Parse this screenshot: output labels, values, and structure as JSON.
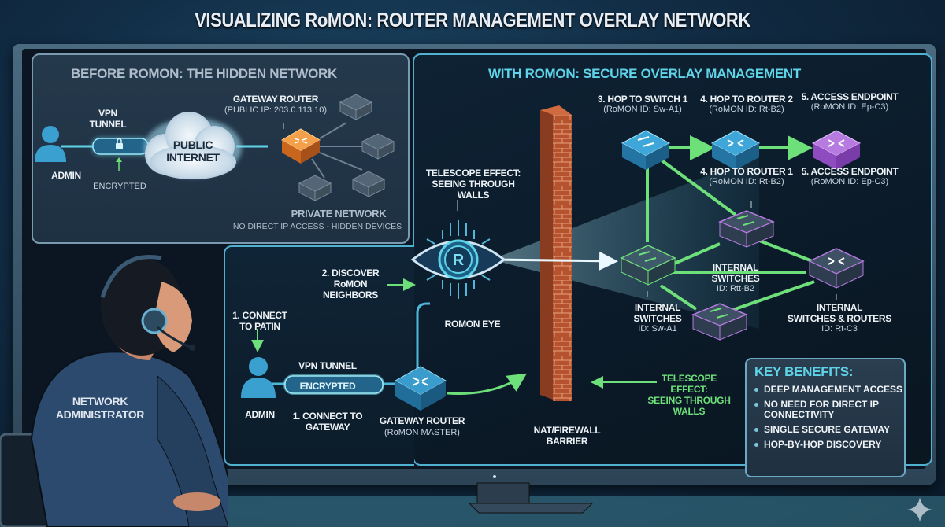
{
  "title": "VISUALIZING RoMON: ROUTER MANAGEMENT OVERLAY NETWORK",
  "before_panel": {
    "heading": "BEFORE ROMON: THE HIDDEN NETWORK",
    "admin_label": "ADMIN",
    "vpn_label_line1": "VPN",
    "vpn_label_line2": "TUNNEL",
    "encrypted_label": "ENCRYPTED",
    "cloud_line1": "PUBLIC",
    "cloud_line2": "INTERNET",
    "gateway_label": "GATEWAY ROUTER",
    "gateway_ip": "(PUBLIC IP: 203.0.113.10)",
    "private_label": "PRIVATE NETWORK",
    "private_sub": "NO DIRECT IP ACCESS - HIDDEN DEVICES"
  },
  "with_panel": {
    "heading": "WITH ROMON: SECURE OVERLAY MANAGEMENT",
    "telescope_top_line1": "TELESCOPE EFFECT:",
    "telescope_top_line2": "SEEING THROUGH WALLS",
    "eye_label": "ROMON EYE",
    "eye_glyph": "R",
    "discover_line1": "2. DISCOVER RoMON",
    "discover_line2": "NEIGHBORS",
    "connect_patin_line1": "1. CONNECT",
    "connect_patin_line2": "TO PATIN",
    "admin_label": "ADMIN",
    "vpn_label": "VPN TUNNEL",
    "encrypted_label": "ENCRYPTED",
    "connect_gw_line1": "1. CONNECT TO",
    "connect_gw_line2": "GATEWAY",
    "gateway_label": "GATEWAY ROUTER",
    "gateway_sub": "(RoMON MASTER)",
    "wall_line1": "NAT/FIREWALL",
    "wall_line2": "BARRIER",
    "telescope_bottom": [
      "TELESCOPE",
      "EFFECT:",
      "SEEING THROUGH",
      "WALLS"
    ],
    "hops": [
      {
        "title": "3. HOP TO SWITCH 1",
        "id": "(RoMON ID: Sw-A1)"
      },
      {
        "title": "4. HOP TO ROUTER 2",
        "id": "(RoMON ID: Rt-B2)"
      },
      {
        "title": "5. ACCESS ENDPOINT",
        "id": "(RoMON ID: Ep-C3)"
      },
      {
        "title": "4. HOP TO ROUTER 1",
        "id": "(RoMON ID: Rt-B2)"
      },
      {
        "title": "5. ACCESS ENDPOINT",
        "id": "(RoMON ID: Ep-C3)"
      }
    ],
    "internal": [
      {
        "line1": "INTERNAL",
        "line2": "SWITCHES",
        "id": "ID: Sw-A1"
      },
      {
        "line1": "INTERNAL",
        "line2": "SWITCHES",
        "id": "ID: Rtt-B2"
      },
      {
        "line1": "INTERNAL",
        "line2": "SWITCHES & ROUTERS",
        "id": "ID: Rt-C3"
      }
    ]
  },
  "benefits": {
    "heading": "KEY BENEFITS:",
    "items": [
      "DEEP MANAGEMENT ACCESS",
      "NO NEED FOR DIRECT IP CONNECTIVITY",
      "SINGLE SECURE GATEWAY",
      "HOP-BY-HOP DISCOVERY"
    ]
  },
  "person": {
    "jacket_line1": "NETWORK",
    "jacket_line2": "ADMINISTRATOR"
  },
  "colors": {
    "accent_cyan": "#5fd3e8",
    "link_green": "#6ee07a",
    "gateway_orange": "#e8862e",
    "device_blue": "#2f8cc0",
    "device_purple": "#9b5cc8",
    "brick": "#b5532e"
  }
}
